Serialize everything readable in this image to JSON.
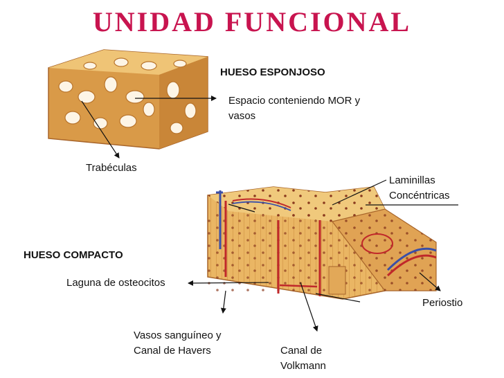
{
  "title": "UNIDAD FUNCIONAL",
  "spongy": {
    "heading": "HUESO ESPONJOSO",
    "space_label_line1": "Espacio conteniendo MOR y",
    "space_label_line2": "vasos",
    "trabeculae_label": "Trabéculas"
  },
  "compact": {
    "heading": "HUESO COMPACTO",
    "lamellae_line1": "Laminillas",
    "lamellae_line2": "Concéntricas",
    "lacuna_label": "Laguna de osteocitos",
    "periosteum_label": "Periostio",
    "vessels_line1": "Vasos sanguíneo y",
    "vessels_line2": "Canal de Havers",
    "volkmann_line1": "Canal de",
    "volkmann_line2": "Volkmann"
  },
  "colors": {
    "title": "#c8144f",
    "bone_tan": "#e9b560",
    "bone_dark": "#a8652a",
    "vessel_red": "#c0282a",
    "vessel_blue": "#3a4fa8"
  }
}
